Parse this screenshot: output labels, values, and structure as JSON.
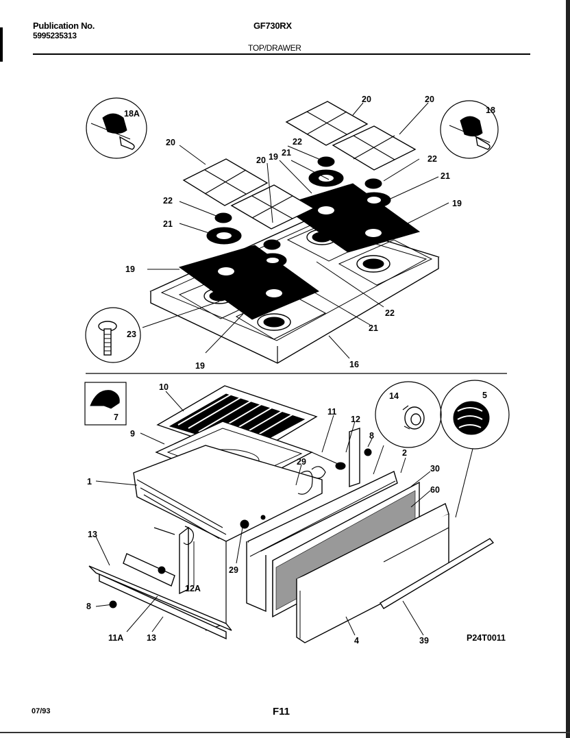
{
  "header": {
    "publication_label": "Publication No.",
    "publication_number": "5995235313",
    "model": "GF730RX",
    "section": "TOP/DRAWER"
  },
  "diagram": {
    "figure_code": "P24T0011",
    "callouts": [
      "18A",
      "18",
      "20",
      "20",
      "20",
      "20",
      "22",
      "22",
      "22",
      "22",
      "21",
      "21",
      "21",
      "21",
      "19",
      "19",
      "19",
      "19",
      "23",
      "16",
      "10",
      "7",
      "9",
      "1",
      "11",
      "12",
      "8",
      "14",
      "5",
      "2",
      "30",
      "60",
      "29",
      "29",
      "13",
      "13",
      "12A",
      "8",
      "11A",
      "4",
      "39"
    ]
  },
  "footer": {
    "date": "07/93",
    "page": "F11"
  }
}
